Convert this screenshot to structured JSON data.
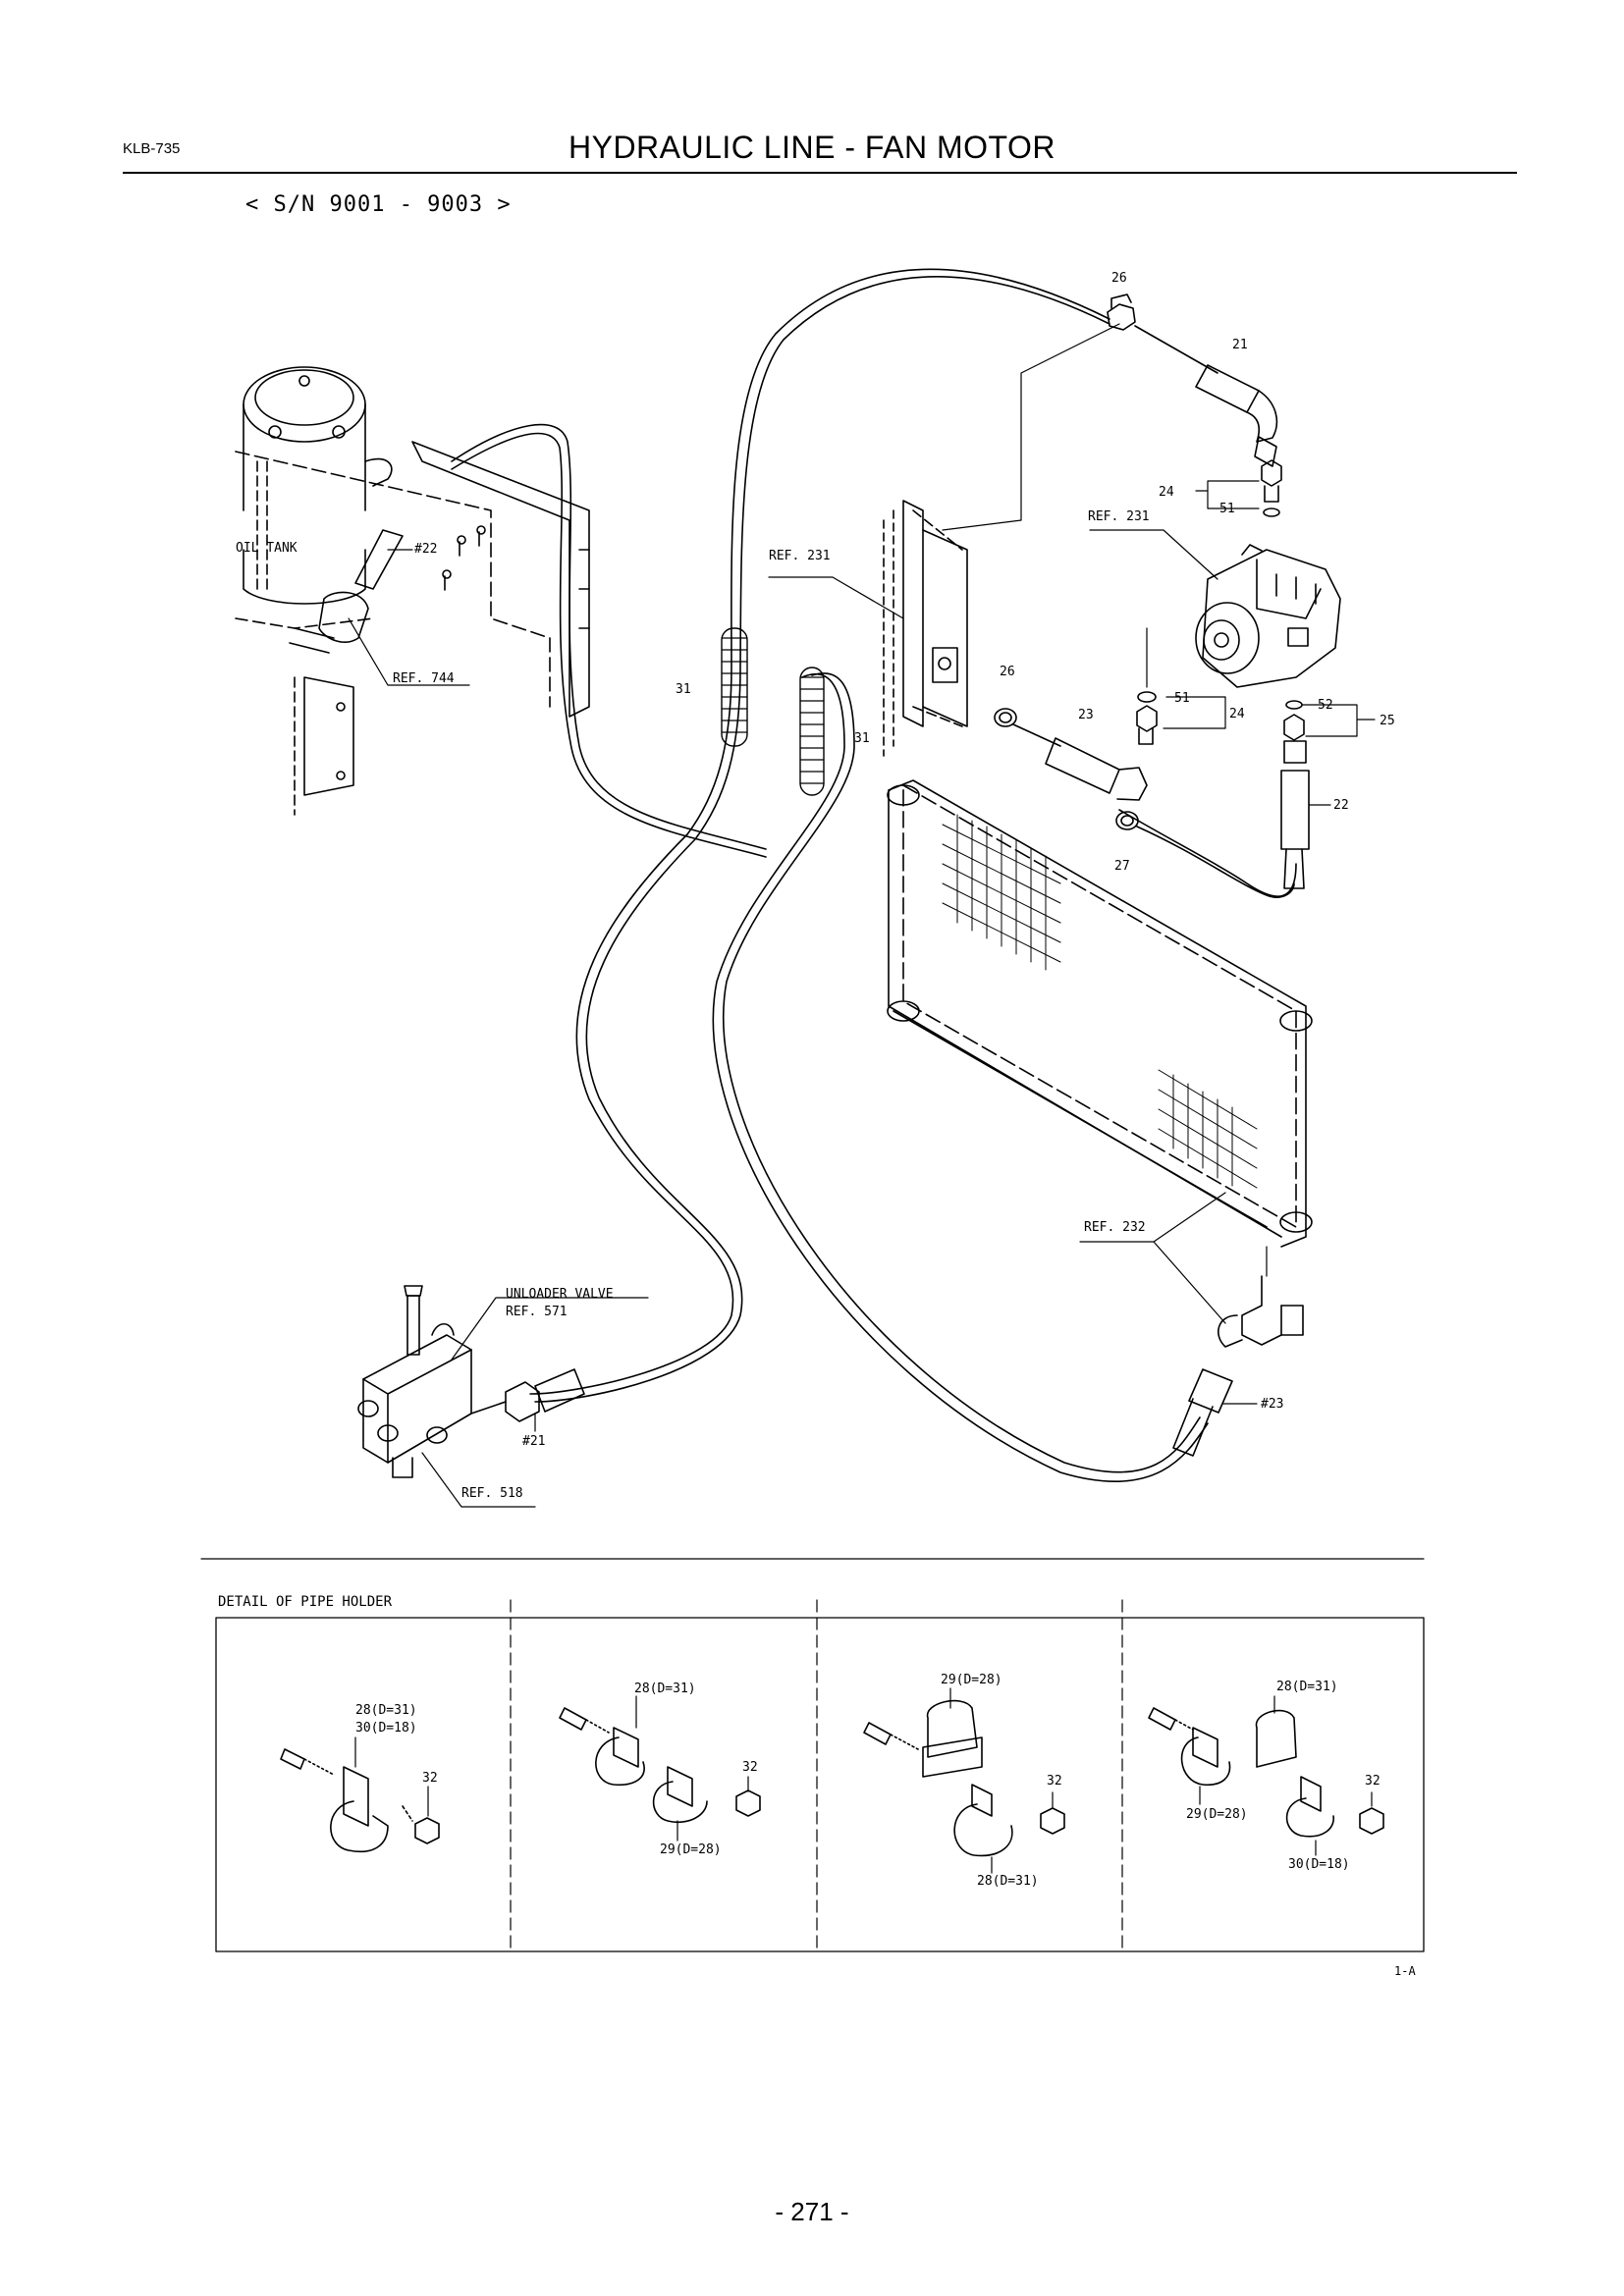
{
  "header": {
    "doc_code": "KLB-735",
    "title": "HYDRAULIC LINE - FAN MOTOR",
    "serial_range": "< S/N 9001 - 9003 >"
  },
  "diagram": {
    "callouts": {
      "p26_top": "26",
      "p21": "21",
      "p24_top": "24",
      "p51_top": "51",
      "ref231_motor": "REF. 231",
      "ref231_bracket": "REF. 231",
      "oil_tank": "OIL TANK",
      "h22": "#22",
      "ref744": "REF. 744",
      "p31_left": "31",
      "p31_right": "31",
      "p26_mid": "26",
      "p23": "23",
      "p51_mid": "51",
      "p24_mid": "24",
      "p52": "52",
      "p25": "25",
      "p22": "22",
      "p27": "27",
      "ref232": "REF. 232",
      "h23": "#23",
      "unloader_valve": "UNLOADER VALVE",
      "ref571": "REF. 571",
      "h21": "#21",
      "ref518": "REF. 518"
    }
  },
  "pipe_holder": {
    "title": "DETAIL OF PIPE HOLDER",
    "panel1": {
      "a": "28(D=31)",
      "b": "30(D=18)",
      "nut": "32"
    },
    "panel2": {
      "top": "28(D=31)",
      "nut": "32",
      "bottom": "29(D=28)"
    },
    "panel3": {
      "top": "29(D=28)",
      "nut": "32",
      "bottom": "28(D=31)"
    },
    "panel4": {
      "top": "28(D=31)",
      "nut": "32",
      "mid": "29(D=28)",
      "bottom": "30(D=18)"
    }
  },
  "figure_id": "1-A",
  "footer": {
    "page_number": "- 271 -"
  }
}
